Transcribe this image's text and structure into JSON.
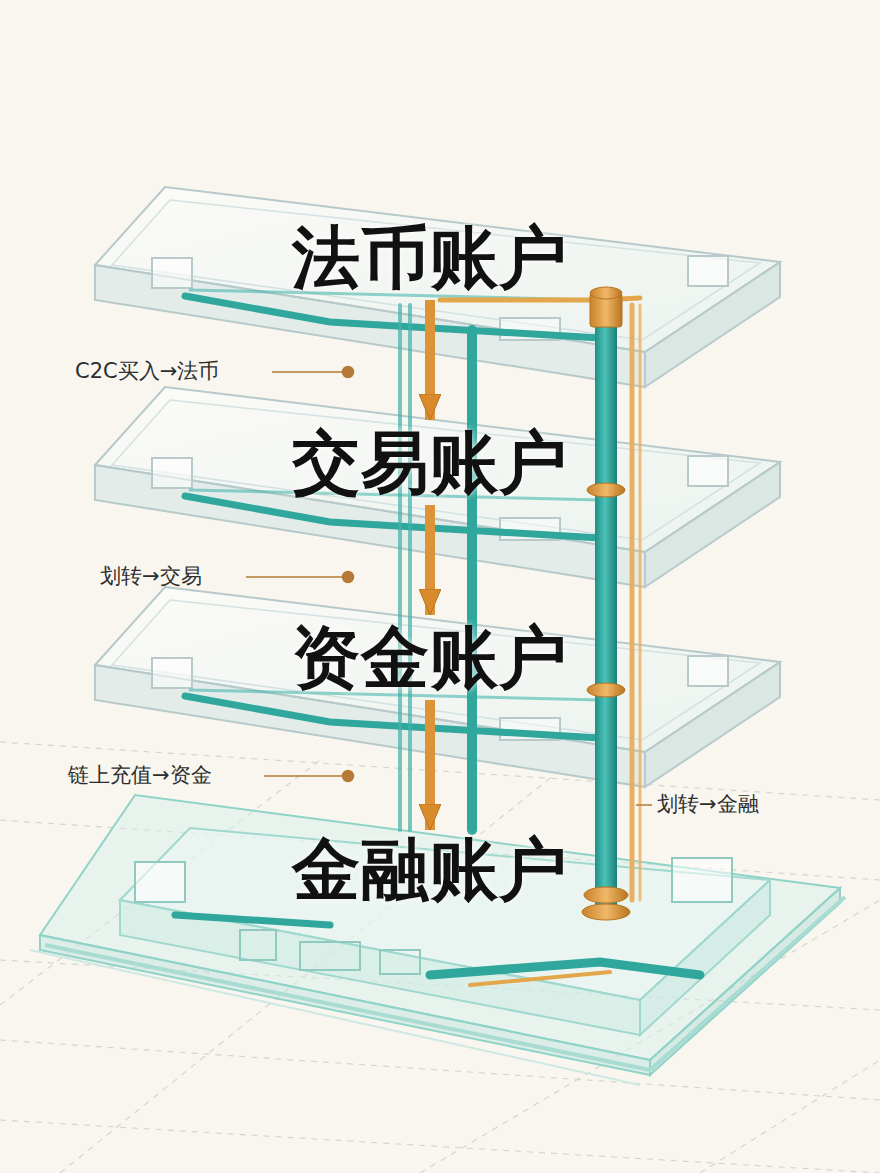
{
  "diagram": {
    "nodes": [
      {
        "text": [
          "法币账户"
        ]
      },
      {
        "text": [
          "交易账户"
        ]
      },
      {
        "text": [
          "资金账户"
        ]
      },
      {
        "text": [
          "金融账户"
        ]
      }
    ],
    "edges": [
      {
        "from": 0,
        "to": 1,
        "arrow": "to"
      },
      {
        "from": 1,
        "to": 2,
        "arrow": "to"
      },
      {
        "from": 2,
        "to": 3,
        "arrow": "to"
      }
    ],
    "labels": [
      "C2C买入→法币",
      "划转→交易",
      "链上充值→资金",
      "划转→金融"
    ]
  }
}
